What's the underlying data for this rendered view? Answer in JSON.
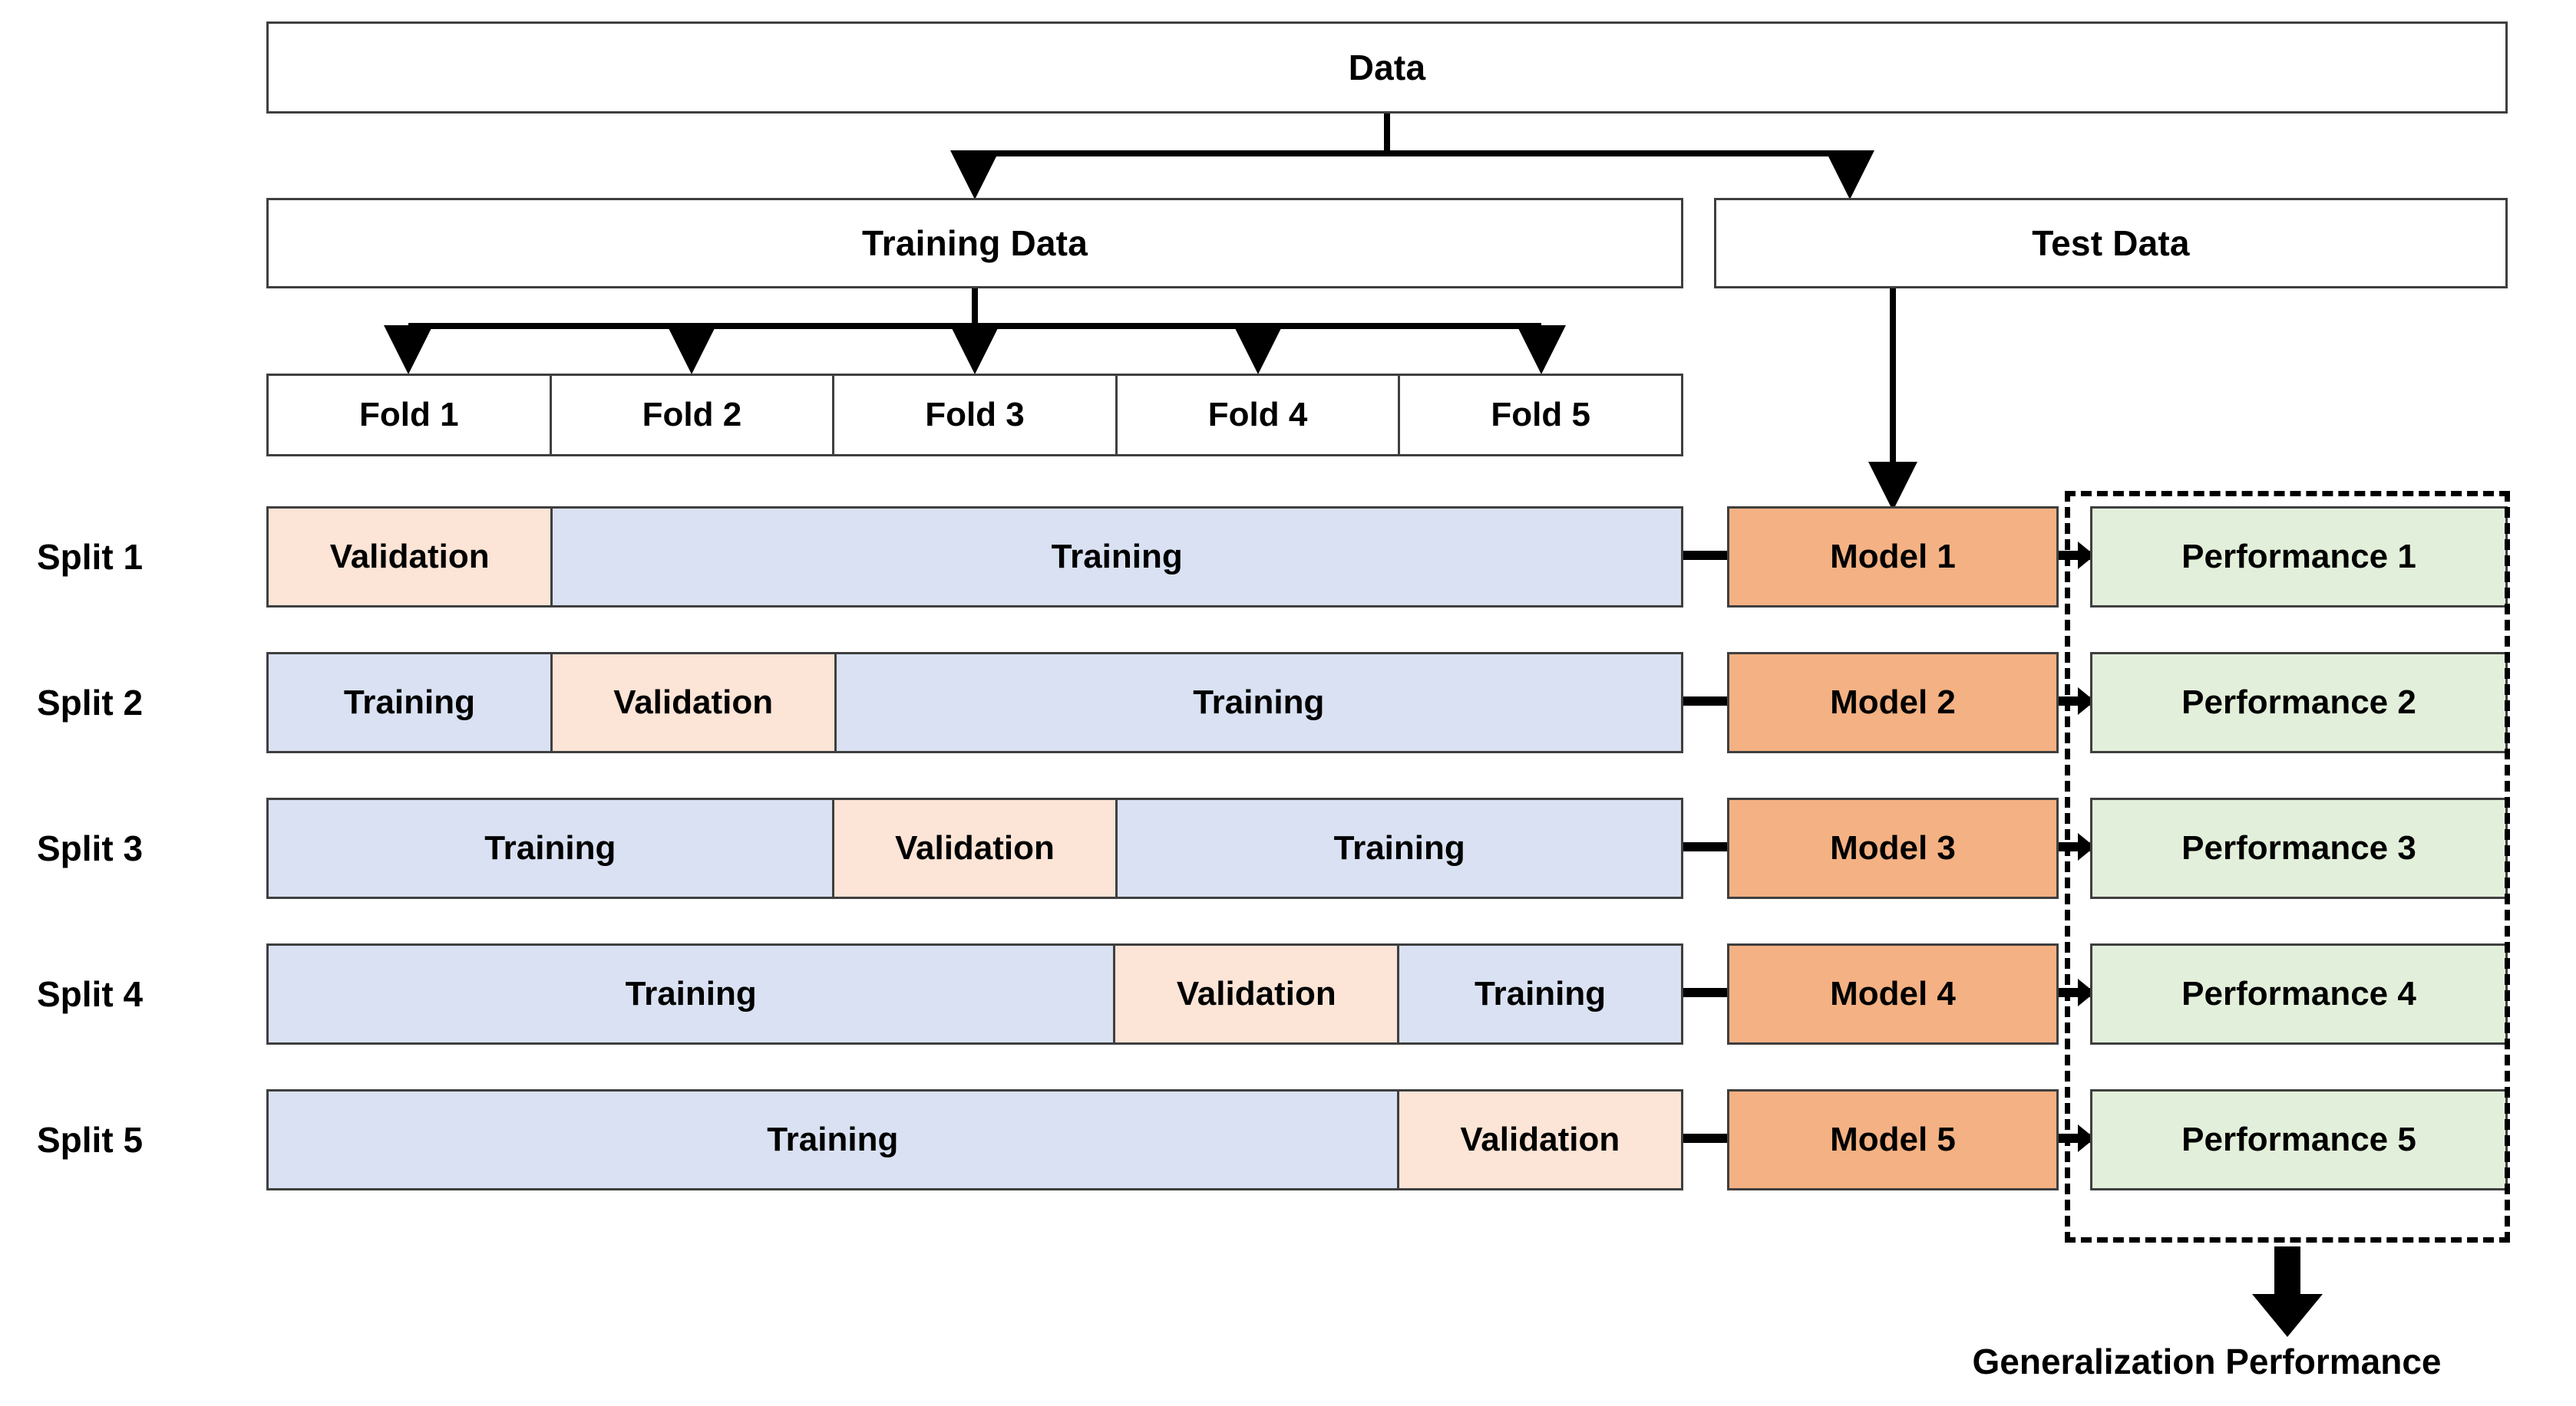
{
  "diagram": {
    "title_text": "Data",
    "top": {
      "data_label": "Data",
      "training_data_label": "Training Data",
      "test_data_label": "Test Data"
    },
    "folds": [
      {
        "label": "Fold 1"
      },
      {
        "label": "Fold 2"
      },
      {
        "label": "Fold 3"
      },
      {
        "label": "Fold 4"
      },
      {
        "label": "Fold 5"
      }
    ],
    "splits": [
      {
        "label": "Split 1",
        "segments": [
          {
            "kind": "validation",
            "label": "Validation",
            "folds": 1
          },
          {
            "kind": "training",
            "label": "Training",
            "folds": 4
          }
        ],
        "model_label": "Model 1",
        "performance_label": "Performance 1"
      },
      {
        "label": "Split 2",
        "segments": [
          {
            "kind": "training",
            "label": "Training",
            "folds": 1
          },
          {
            "kind": "validation",
            "label": "Validation",
            "folds": 1
          },
          {
            "kind": "training",
            "label": "Training",
            "folds": 3
          }
        ],
        "model_label": "Model 2",
        "performance_label": "Performance 2"
      },
      {
        "label": "Split 3",
        "segments": [
          {
            "kind": "training",
            "label": "Training",
            "folds": 2
          },
          {
            "kind": "validation",
            "label": "Validation",
            "folds": 1
          },
          {
            "kind": "training",
            "label": "Training",
            "folds": 2
          }
        ],
        "model_label": "Model 3",
        "performance_label": "Performance 3"
      },
      {
        "label": "Split 4",
        "segments": [
          {
            "kind": "training",
            "label": "Training",
            "folds": 3
          },
          {
            "kind": "validation",
            "label": "Validation",
            "folds": 1
          },
          {
            "kind": "training",
            "label": "Training",
            "folds": 1
          }
        ],
        "model_label": "Model 4",
        "performance_label": "Performance 4"
      },
      {
        "label": "Split 5",
        "segments": [
          {
            "kind": "training",
            "label": "Training",
            "folds": 4
          },
          {
            "kind": "validation",
            "label": "Validation",
            "folds": 1
          }
        ],
        "model_label": "Model 5",
        "performance_label": "Performance 5"
      }
    ],
    "footer": {
      "generalization_label": "Generalization Performance"
    },
    "colors": {
      "training": "#d9e1f2",
      "validation": "#fce4d6",
      "model": "#f4b183",
      "performance": "#e2efda",
      "outline": "#3f3f3f",
      "connector": "#000000",
      "background": "#ffffff"
    }
  }
}
